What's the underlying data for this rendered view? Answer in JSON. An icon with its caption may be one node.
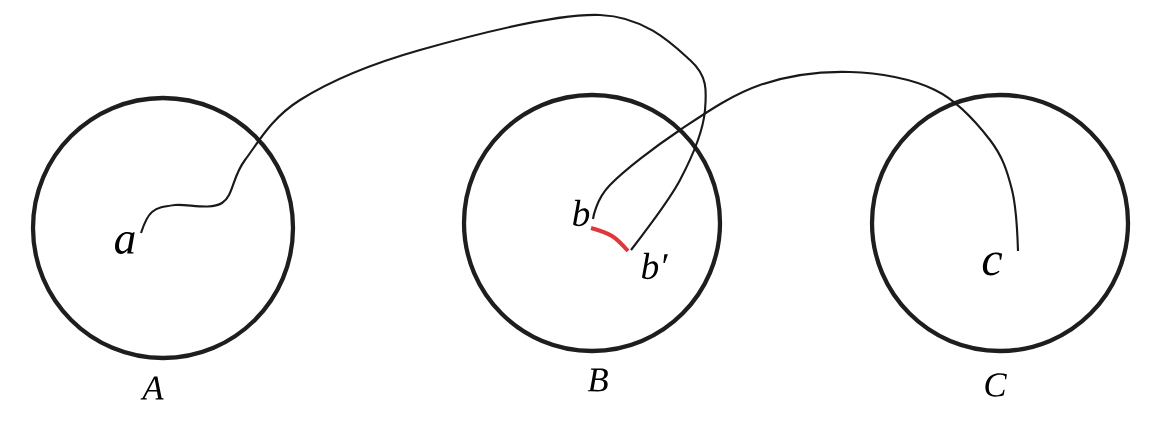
{
  "diagram": {
    "nodes": [
      {
        "text": [
          "A"
        ]
      },
      {
        "text": [
          "B"
        ]
      },
      {
        "text": [
          "C"
        ]
      },
      {
        "text": [
          "a"
        ],
        "in": 0
      },
      {
        "text": [
          "b"
        ],
        "in": 1
      },
      {
        "text": [
          "b′"
        ],
        "in": 1
      },
      {
        "text": [
          "c"
        ],
        "in": 2
      }
    ],
    "edges": [
      {
        "from": 3,
        "to": 5,
        "arrow": "none"
      },
      {
        "from": 4,
        "to": 6,
        "arrow": "none"
      },
      {
        "from": 4,
        "to": 5,
        "arrow": "none",
        "style": "thick",
        "color": "#e0383a"
      }
    ]
  }
}
